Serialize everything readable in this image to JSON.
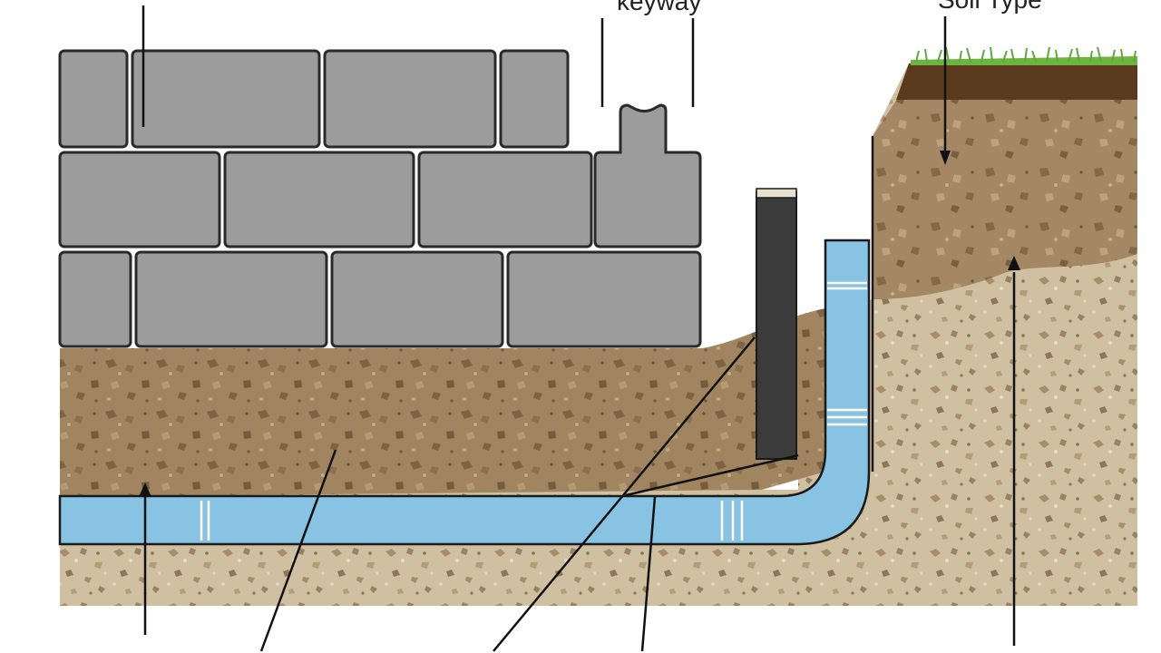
{
  "labels": {
    "keyway": "keyway",
    "soil_type": "Soil Type"
  },
  "colors": {
    "block_fill": "#9c9c9c",
    "block_edge": "#2a2a2a",
    "backfill_soil": "#a08560",
    "gravel_base": "#cfc0a2",
    "drain_pipe": "#88c3e3",
    "topsoil": "#5a3a1c",
    "grass": "#6cb640",
    "native_soil": "#a48866",
    "barrier": "#3b3b3b",
    "leader_line": "#111111"
  },
  "components": [
    "retaining-wall-blocks",
    "keyway-block",
    "gravel-base",
    "compacted-backfill",
    "drain-pipe",
    "vertical-barrier",
    "topsoil",
    "grass",
    "native-soil"
  ]
}
